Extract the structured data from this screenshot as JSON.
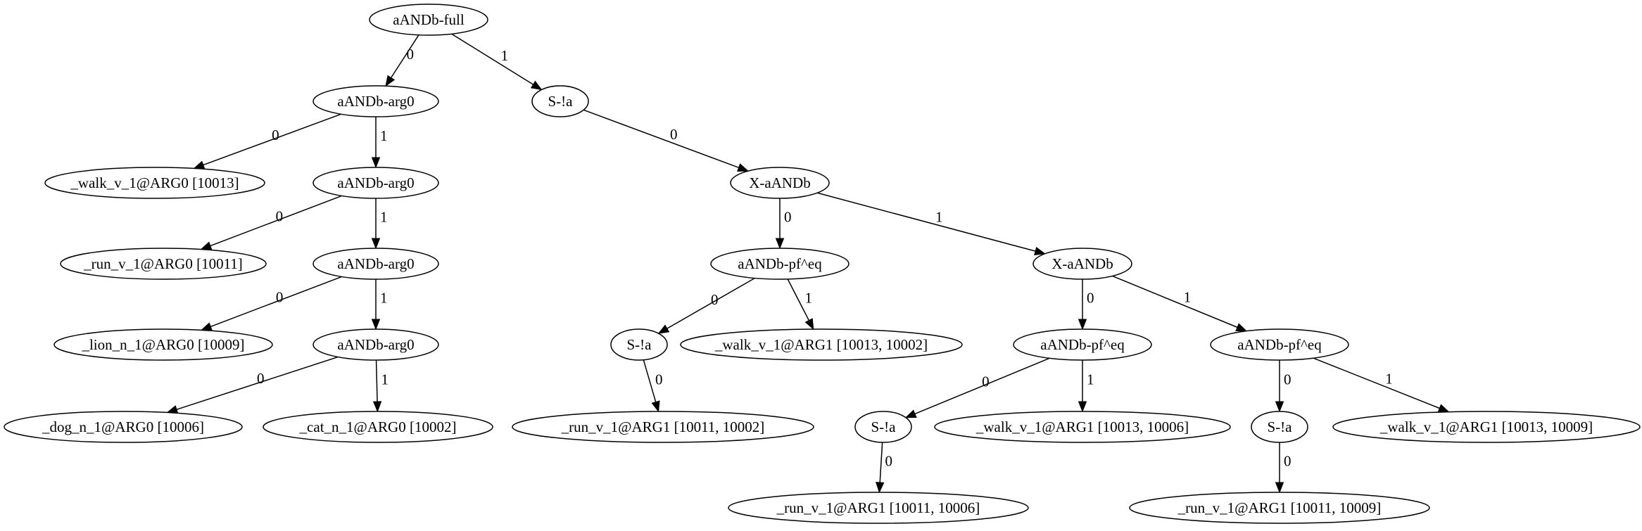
{
  "graph": {
    "nodes": [
      {
        "id": "n0",
        "label": "aANDb-full"
      },
      {
        "id": "n1",
        "label": "aANDb-arg0"
      },
      {
        "id": "n2",
        "label": "S-!a"
      },
      {
        "id": "n3",
        "label": "_walk_v_1@ARG0 [10013]"
      },
      {
        "id": "n4",
        "label": "aANDb-arg0"
      },
      {
        "id": "n5",
        "label": "X-aANDb"
      },
      {
        "id": "n6",
        "label": "_run_v_1@ARG0 [10011]"
      },
      {
        "id": "n7",
        "label": "aANDb-arg0"
      },
      {
        "id": "n8",
        "label": "aANDb-pf^eq"
      },
      {
        "id": "n9",
        "label": "X-aANDb"
      },
      {
        "id": "n10",
        "label": "_lion_n_1@ARG0 [10009]"
      },
      {
        "id": "n11",
        "label": "aANDb-arg0"
      },
      {
        "id": "n12",
        "label": "S-!a"
      },
      {
        "id": "n13",
        "label": "_walk_v_1@ARG1 [10013, 10002]"
      },
      {
        "id": "n14",
        "label": "aANDb-pf^eq"
      },
      {
        "id": "n15",
        "label": "aANDb-pf^eq"
      },
      {
        "id": "n16",
        "label": "_dog_n_1@ARG0 [10006]"
      },
      {
        "id": "n17",
        "label": "_cat_n_1@ARG0 [10002]"
      },
      {
        "id": "n18",
        "label": "_run_v_1@ARG1 [10011, 10002]"
      },
      {
        "id": "n19",
        "label": "S-!a"
      },
      {
        "id": "n20",
        "label": "_walk_v_1@ARG1 [10013, 10006]"
      },
      {
        "id": "n21",
        "label": "S-!a"
      },
      {
        "id": "n22",
        "label": "_walk_v_1@ARG1 [10013, 10009]"
      },
      {
        "id": "n23",
        "label": "_run_v_1@ARG1 [10011, 10006]"
      },
      {
        "id": "n24",
        "label": "_run_v_1@ARG1 [10011, 10009]"
      }
    ],
    "edges": [
      {
        "from": "n0",
        "to": "n1",
        "label": "0"
      },
      {
        "from": "n0",
        "to": "n2",
        "label": "1"
      },
      {
        "from": "n1",
        "to": "n3",
        "label": "0"
      },
      {
        "from": "n1",
        "to": "n4",
        "label": "1"
      },
      {
        "from": "n2",
        "to": "n5",
        "label": "0"
      },
      {
        "from": "n4",
        "to": "n6",
        "label": "0"
      },
      {
        "from": "n4",
        "to": "n7",
        "label": "1"
      },
      {
        "from": "n5",
        "to": "n8",
        "label": "0"
      },
      {
        "from": "n5",
        "to": "n9",
        "label": "1"
      },
      {
        "from": "n7",
        "to": "n10",
        "label": "0"
      },
      {
        "from": "n7",
        "to": "n11",
        "label": "1"
      },
      {
        "from": "n8",
        "to": "n12",
        "label": "0"
      },
      {
        "from": "n8",
        "to": "n13",
        "label": "1"
      },
      {
        "from": "n9",
        "to": "n14",
        "label": "0"
      },
      {
        "from": "n9",
        "to": "n15",
        "label": "1"
      },
      {
        "from": "n11",
        "to": "n16",
        "label": "0"
      },
      {
        "from": "n11",
        "to": "n17",
        "label": "1"
      },
      {
        "from": "n12",
        "to": "n18",
        "label": "0"
      },
      {
        "from": "n14",
        "to": "n19",
        "label": "0"
      },
      {
        "from": "n14",
        "to": "n20",
        "label": "1"
      },
      {
        "from": "n15",
        "to": "n21",
        "label": "0"
      },
      {
        "from": "n15",
        "to": "n22",
        "label": "1"
      },
      {
        "from": "n19",
        "to": "n23",
        "label": "0"
      },
      {
        "from": "n21",
        "to": "n24",
        "label": "0"
      }
    ]
  }
}
